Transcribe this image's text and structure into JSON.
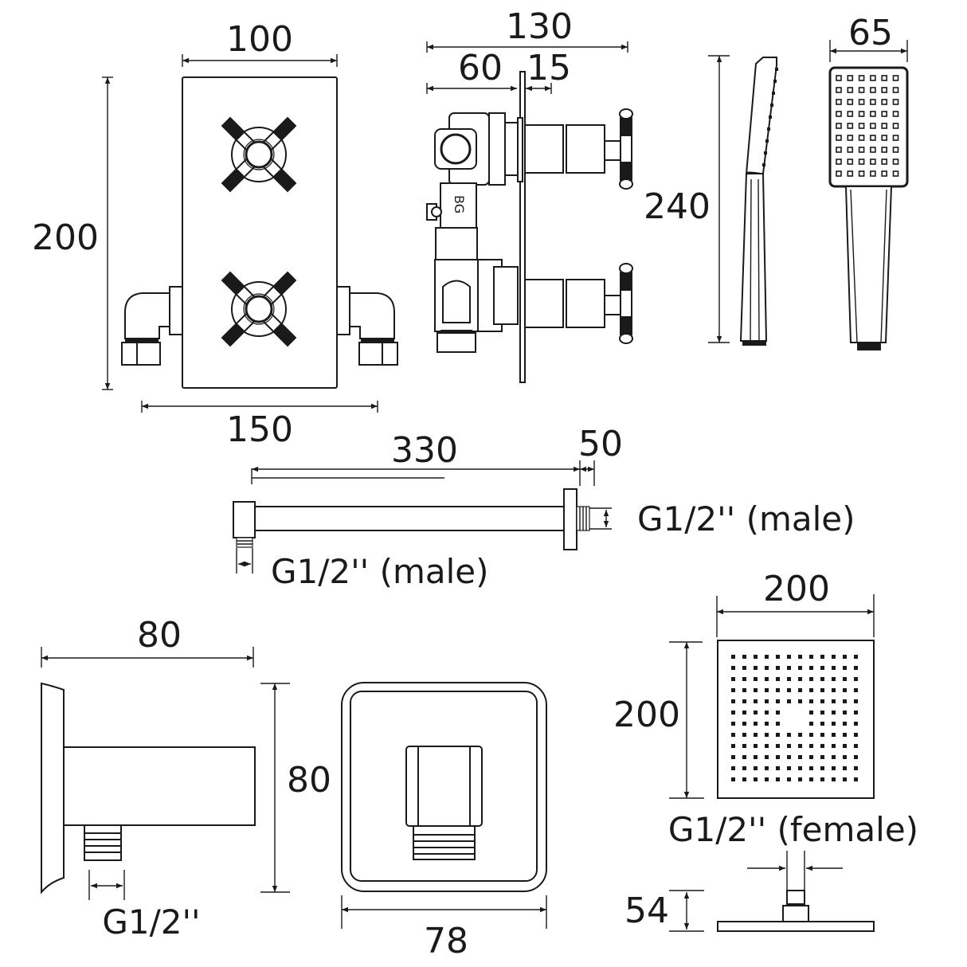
{
  "diagram": {
    "type": "technical-dimension-drawing",
    "subject": "Thermostatic shower valve kit with fixed head, arm, handset and outlet elbow",
    "units": "mm",
    "colors": {
      "line": "#1a1a1a",
      "background": "#ffffff"
    }
  },
  "valve_front": {
    "width_label": "100",
    "height_label": "200",
    "overall_width_label": "150"
  },
  "valve_side": {
    "overall_depth_label": "130",
    "body_depth_label": "60",
    "projection_label": "15",
    "body_marking": "BG"
  },
  "handset": {
    "length_label": "240",
    "head_width_label": "65"
  },
  "shower_arm": {
    "length_label": "330",
    "flange_label": "50",
    "outlet_thread_label": "G1/2'' (male)",
    "inlet_thread_label": "G1/2'' (male)"
  },
  "wall_outlet": {
    "depth_label": "80",
    "height_label": "80",
    "width_label": "78",
    "thread_label": "G1/2''"
  },
  "shower_head": {
    "width_label": "200",
    "height_label": "200",
    "thread_label": "G1/2'' (female)",
    "thickness_label": "54"
  }
}
